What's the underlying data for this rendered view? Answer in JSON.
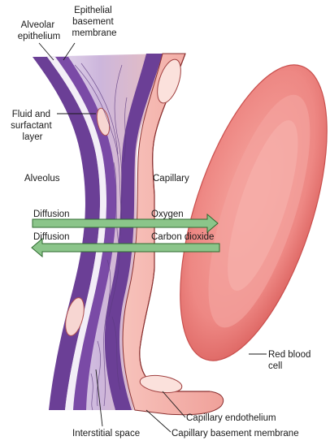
{
  "labels": {
    "alveolar_epithelium": [
      "Alveolar",
      "epithelium"
    ],
    "epithelial_basement_membrane": [
      "Epithelial",
      "basement",
      "membrane"
    ],
    "fluid_surfactant_layer": [
      "Fluid and",
      "surfactant",
      "layer"
    ],
    "alveolus": "Alveolus",
    "capillary": "Capillary",
    "diffusion_top": "Diffusion",
    "diffusion_bottom": "Diffusion",
    "oxygen": "Oxygen",
    "carbon_dioxide": "Carbon dioxide",
    "red_blood_cell": [
      "Red blood",
      "cell"
    ],
    "interstitial_space": "Interstitial space",
    "capillary_endothelium": "Capillary endothelium",
    "capillary_basement_membrane": "Capillary basement membrane"
  },
  "colors": {
    "epithelium_purple": "#6b3f96",
    "membrane_light": "#e9e2f1",
    "interstitial_fill": "#c9b2d6",
    "capillary_pink": "#f2a7a0",
    "rbc_red": "#e8716f",
    "rbc_highlight": "#f5a9a3",
    "arrow_green": "#8bc58a",
    "arrow_dark": "#2f6b30"
  }
}
